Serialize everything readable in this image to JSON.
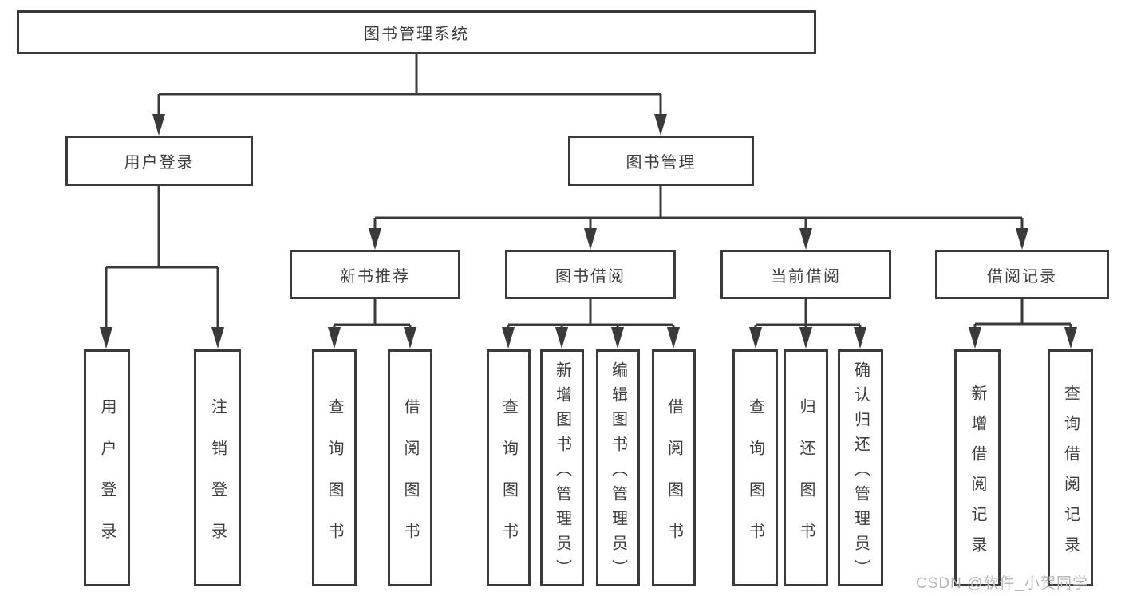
{
  "diagram": {
    "root": {
      "label": "图书管理系统"
    },
    "level2": [
      {
        "label": "用户登录"
      },
      {
        "label": "图书管理"
      }
    ],
    "level3": [
      {
        "label": "新书推荐"
      },
      {
        "label": "图书借阅"
      },
      {
        "label": "当前借阅"
      },
      {
        "label": "借阅记录"
      }
    ],
    "leaves": [
      {
        "label": "用户登录"
      },
      {
        "label": "注销登录"
      },
      {
        "label": "查询图书"
      },
      {
        "label": "借阅图书"
      },
      {
        "label": "查询图书"
      },
      {
        "label": "新增图书（管理员）"
      },
      {
        "label": "编辑图书（管理员）"
      },
      {
        "label": "借阅图书"
      },
      {
        "label": "查询图书"
      },
      {
        "label": "归还图书"
      },
      {
        "label": "确认归还（管理员）"
      },
      {
        "label": "新增借阅记录"
      },
      {
        "label": "查询借阅记录"
      }
    ]
  },
  "watermark": {
    "text": "CSDN @软件_小贺同学"
  },
  "colors": {
    "line": "#3a3a3a",
    "text": "#3d3d3d",
    "watermark": "#b5b5b5",
    "background": "#ffffff"
  }
}
